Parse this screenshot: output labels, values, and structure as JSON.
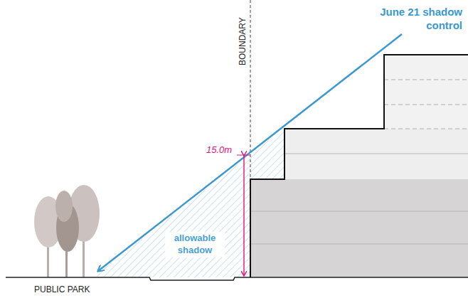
{
  "diagram": {
    "labels": [
      "June 21 shadow control",
      "BOUNDARY",
      "15.0m",
      "allowable shadow",
      "PUBLIC PARK"
    ]
  }
}
